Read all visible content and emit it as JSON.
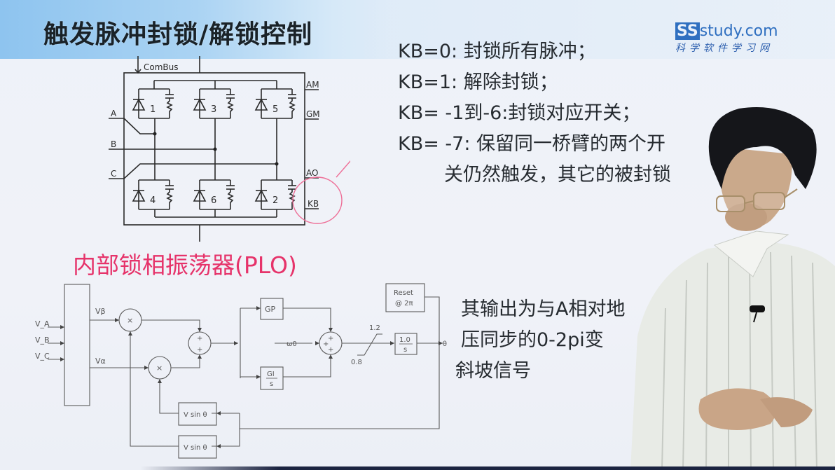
{
  "slide": {
    "title": "触发脉冲封锁/解锁控制",
    "logo": {
      "brand_prefix": "SS",
      "brand_suffix": "study.com",
      "tagline": "科学软件学习网",
      "color": "#2f6fc0"
    },
    "kb_rules": [
      "KB=0: 封锁所有脉冲；",
      "KB=1: 解除封锁；",
      "KB= -1到-6:封锁对应开关；",
      "KB= -7: 保留同一桥臂的两个开",
      "关仍然触发，其它的被封锁"
    ],
    "bridge_diagram": {
      "bus_label": "ComBus",
      "input_labels": [
        "A",
        "B",
        "C"
      ],
      "output_labels": [
        "AM",
        "GM",
        "AO",
        "KB"
      ],
      "upper_switches": [
        "1",
        "3",
        "5"
      ],
      "lower_switches": [
        "4",
        "6",
        "2"
      ],
      "highlight_color": "#e6336a"
    },
    "plo_title": "内部锁相振荡器(PLO)",
    "plo_diagram": {
      "inputs": [
        "V_A",
        "V_B",
        "V_C"
      ],
      "v_beta": "Vβ",
      "v_alpha": "Vα",
      "multiplier": "×",
      "sum_sign": "+",
      "gp_block": "GP",
      "gi_block_num": "GI",
      "gi_block_den": "s",
      "omega_label": "ω0",
      "limiter_high": "1.2",
      "limiter_low": "0.8",
      "integrator_num": "1.0",
      "integrator_den": "s",
      "reset_line1": "Reset",
      "reset_line2": "@ 2π",
      "output": "θ",
      "feedback_block": "V sin θ"
    },
    "plo_description": [
      "其输出为与A相对地",
      "压同步的0-2pi变",
      "斜坡信号"
    ]
  }
}
